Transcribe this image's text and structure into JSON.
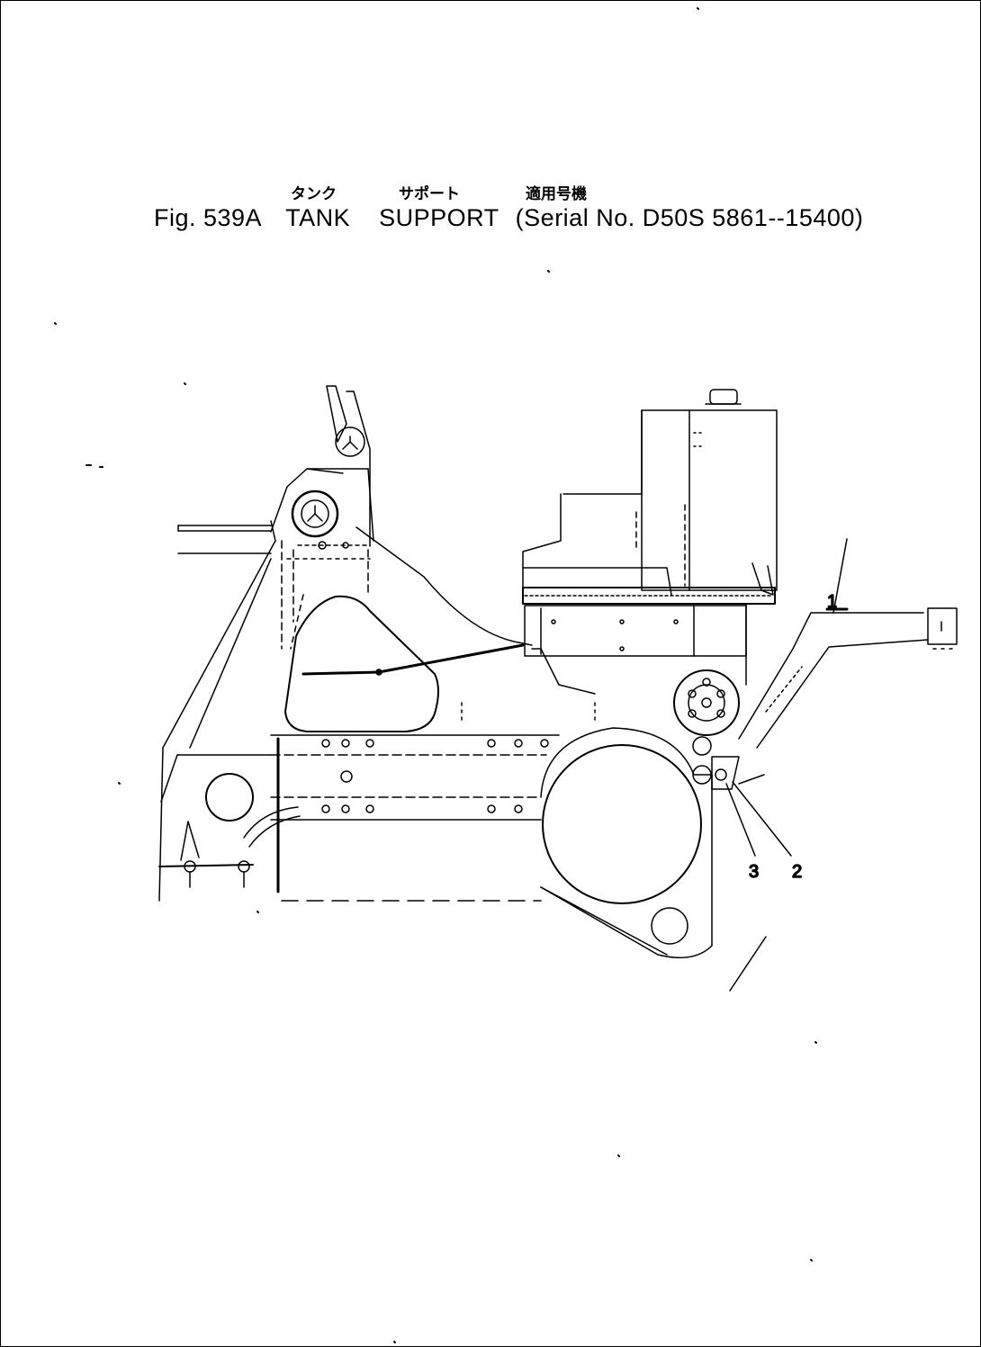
{
  "header": {
    "jp_tank": "タンク",
    "jp_support": "サポート",
    "jp_serial": "適用号機",
    "fig_label": "Fig. 539A",
    "title_tank": "TANK",
    "title_support": "SUPPORT",
    "title_serial": "(Serial No. D50S 5861--15400)"
  },
  "callouts": [
    "3",
    "2",
    "1"
  ]
}
